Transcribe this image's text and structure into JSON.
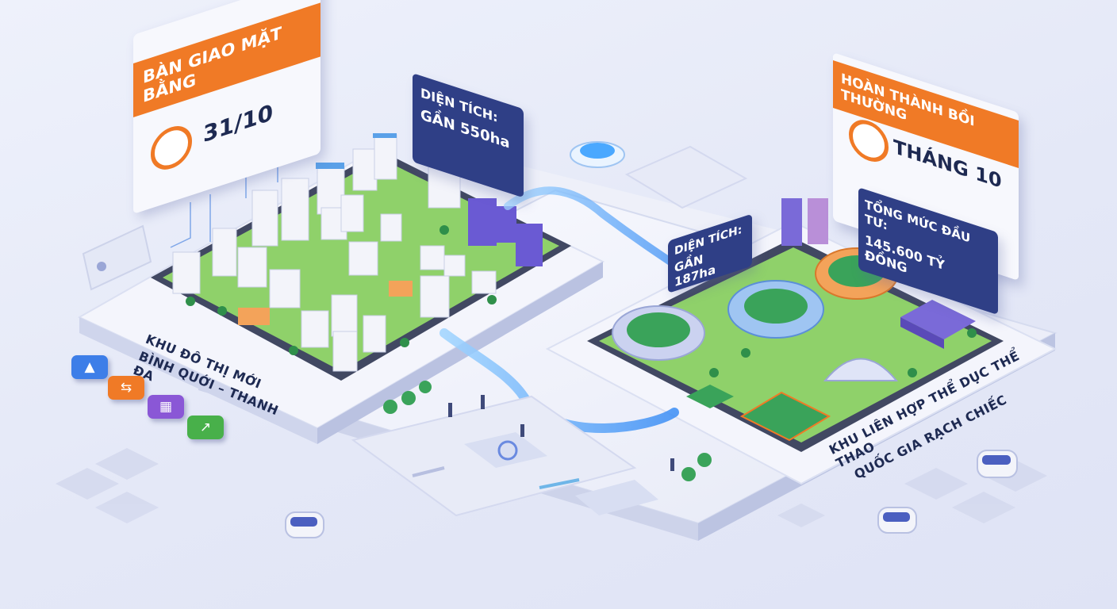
{
  "callouts": {
    "handover": {
      "title": "BÀN GIAO MẶT BẰNG",
      "value": "31/10"
    },
    "area_left": {
      "line1": "DIỆN TÍCH:",
      "line2": "GẦN 550ha"
    },
    "compensation": {
      "title": "HOÀN THÀNH BỒI THƯỜNG",
      "value": "THÁNG 10"
    },
    "investment": {
      "line1": "TỔNG MỨC ĐẦU TƯ:",
      "line2": "145.600 TỶ ĐỒNG"
    },
    "area_right": {
      "line1": "DIỆN TÍCH:",
      "line2": "GẦN 187ha"
    }
  },
  "zones": {
    "urban": {
      "line1": "KHU ĐÔ THỊ MỚI",
      "line2": "BÌNH QUỚI – THANH ĐA"
    },
    "sports": {
      "line1": "KHU LIÊN HỢP THỂ DỤC THỂ THAO",
      "line2": "QUỐC GIA RẠCH CHIẾC"
    }
  },
  "icons": [
    "map-icon",
    "road-sign-icon",
    "calendar-icon",
    "growth-chart-icon"
  ],
  "colors": {
    "orange": "#f07a26",
    "navy": "#2f3f86",
    "blue_glow": "#4aa8ff",
    "green": "#6cc24a"
  }
}
